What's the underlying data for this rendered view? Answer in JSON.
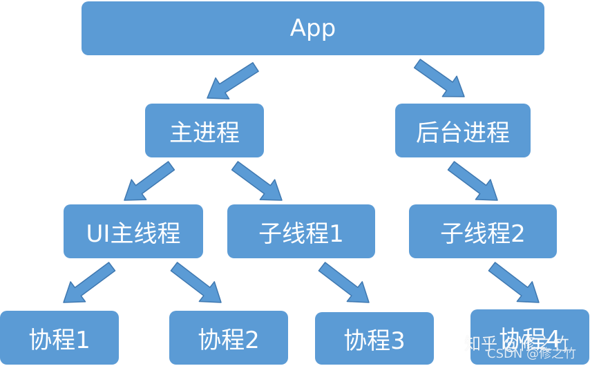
{
  "diagram": {
    "colors": {
      "node_fill": "#5b9bd5",
      "node_text": "#ffffff",
      "arrow_fill": "#5b9bd5",
      "arrow_stroke": "#3f78b0"
    },
    "nodes": {
      "app": "App",
      "main_process": "主进程",
      "background_process": "后台进程",
      "ui_main_thread": "UI主线程",
      "child_thread_1": "子线程1",
      "child_thread_2": "子线程2",
      "coroutine_1": "协程1",
      "coroutine_2": "协程2",
      "coroutine_3": "协程3",
      "coroutine_4": "协程4"
    },
    "edges": [
      [
        "app",
        "main_process"
      ],
      [
        "app",
        "background_process"
      ],
      [
        "main_process",
        "ui_main_thread"
      ],
      [
        "main_process",
        "child_thread_1"
      ],
      [
        "background_process",
        "child_thread_2"
      ],
      [
        "ui_main_thread",
        "coroutine_1"
      ],
      [
        "ui_main_thread",
        "coroutine_2"
      ],
      [
        "child_thread_1",
        "coroutine_3"
      ],
      [
        "child_thread_2",
        "coroutine_4"
      ]
    ]
  },
  "watermark": {
    "zhihu": "知乎 @修之竹",
    "csdn": "CSDN @修之竹"
  }
}
